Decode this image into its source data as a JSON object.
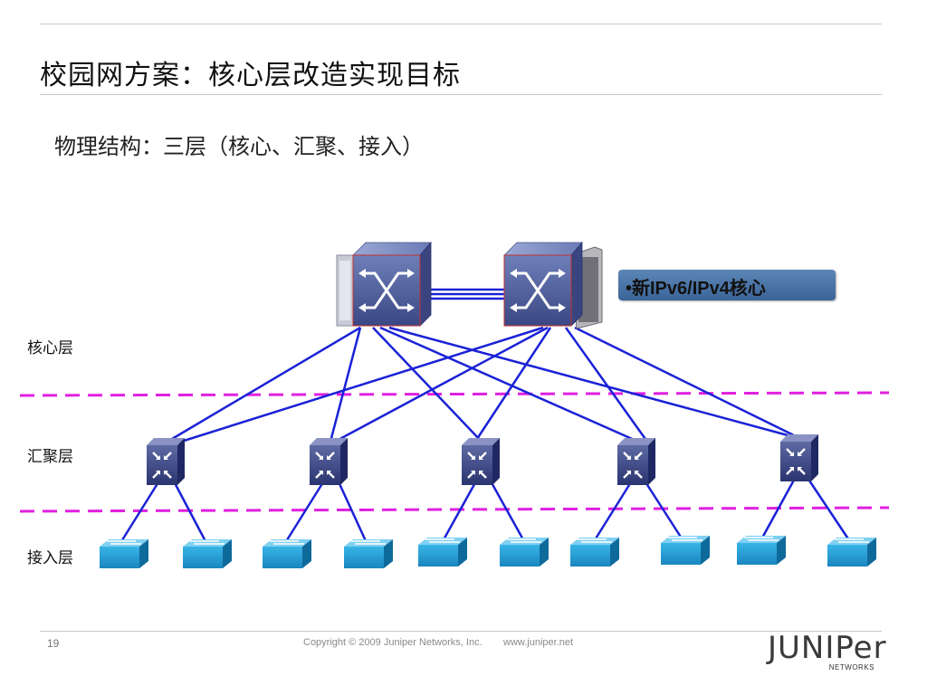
{
  "slide": {
    "title": "校园网方案：核心层改造实现目标",
    "subtitle": "物理结构：三层（核心、汇聚、接入）",
    "layers": {
      "core": "核心层",
      "aggregation": "汇聚层",
      "access": "接入层"
    },
    "callout": "•新IPv6/IPv4核心",
    "colors": {
      "link": "#1a22d6",
      "divider": "#e020e0",
      "callout_bg": "#4a74a8",
      "device_blue": "#3d4a8a",
      "access_switch": "#2ea6d8"
    }
  },
  "topology": {
    "core_switches": [
      "core-switch-1",
      "core-switch-2"
    ],
    "aggregation_switches": [
      "agg-switch-1",
      "agg-switch-2",
      "agg-switch-3",
      "agg-switch-4",
      "agg-switch-5"
    ],
    "access_switches_per_aggregation": 2
  },
  "footer": {
    "page_number": "19",
    "copyright": "Copyright © 2009 Juniper Networks, Inc.",
    "url": "www.juniper.net",
    "logo_text": "JUNIPer",
    "logo_subtext": "NETWORKS"
  }
}
